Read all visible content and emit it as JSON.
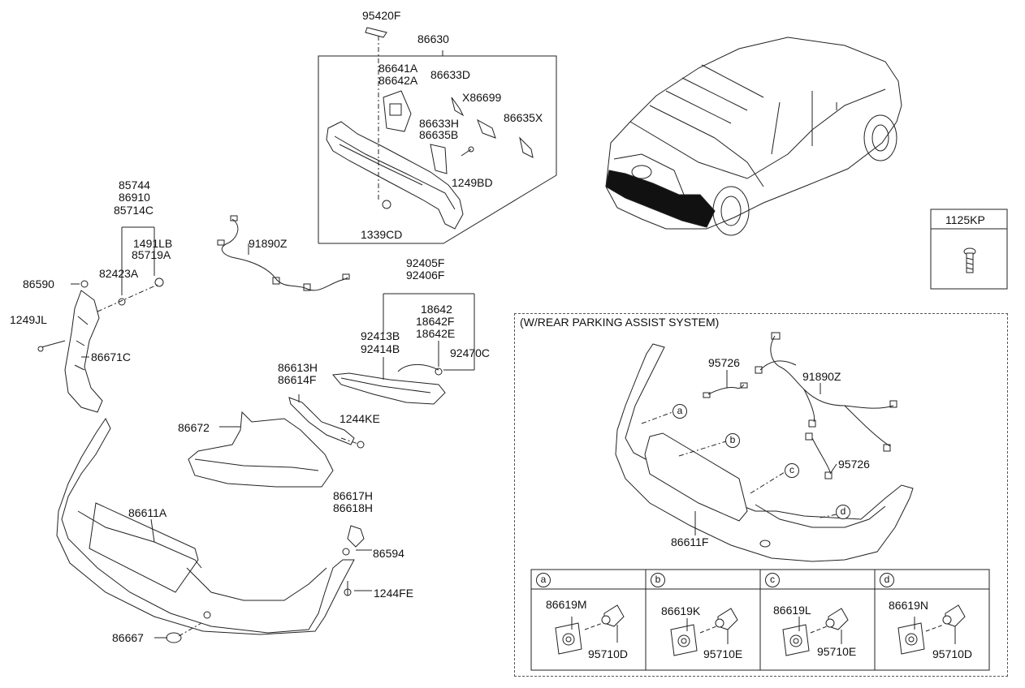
{
  "labels": {
    "p95420F": "95420F",
    "p86630": "86630",
    "p86641A": "86641A",
    "p86642A": "86642A",
    "p86633D": "86633D",
    "pX86699": "X86699",
    "p86633H": "86633H",
    "p86635B": "86635B",
    "p86635X": "86635X",
    "p1249BD": "1249BD",
    "p1339CD": "1339CD",
    "p85744": "85744",
    "p86910": "86910",
    "p85714C": "85714C",
    "p1491LB": "1491LB",
    "p85719A": "85719A",
    "p82423A": "82423A",
    "p86590": "86590",
    "p1249JL": "1249JL",
    "p86671C": "86671C",
    "p91890Z_top": "91890Z",
    "p92405F": "92405F",
    "p92406F": "92406F",
    "p18642": "18642",
    "p18642F": "18642F",
    "p18642E": "18642E",
    "p92413B": "92413B",
    "p92414B": "92414B",
    "p92470C": "92470C",
    "p86613H": "86613H",
    "p86614F": "86614F",
    "p1244KE": "1244KE",
    "p86672": "86672",
    "p86611A": "86611A",
    "p86617H": "86617H",
    "p86618H": "86618H",
    "p86594": "86594",
    "p1244FE": "1244FE",
    "p86667": "86667",
    "p1125KP": "1125KP",
    "p95726_a": "95726",
    "p91890Z_inset": "91890Z",
    "p95726_b": "95726",
    "p86611F": "86611F"
  },
  "inset": {
    "title": "(W/REAR PARKING ASSIST SYSTEM)",
    "callouts": [
      "a",
      "b",
      "c",
      "d"
    ],
    "cells": [
      {
        "letter": "a",
        "part_top": "86619M",
        "part_bottom": "95710D"
      },
      {
        "letter": "b",
        "part_top": "86619K",
        "part_bottom": "95710E"
      },
      {
        "letter": "c",
        "part_top": "86619L",
        "part_bottom": "95710E"
      },
      {
        "letter": "d",
        "part_top": "86619N",
        "part_bottom": "95710D"
      }
    ]
  },
  "icons": [
    "bolt-icon",
    "sensor-icon",
    "vehicle-illustration"
  ]
}
